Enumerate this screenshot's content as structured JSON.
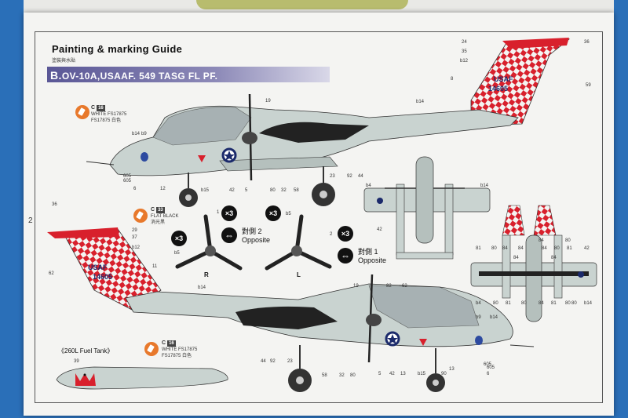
{
  "guide": {
    "title": "Painting & marking Guide",
    "subtitle": "塗裝與水貼",
    "scheme_letter": "B.",
    "scheme_name": "OV-10A,USAAF. 549 TASG FL PF.",
    "page_number": "2"
  },
  "paints": {
    "upper": {
      "letter": "C",
      "code": "16",
      "line1": "WHITE FS17875",
      "line2": "FS17875 白色"
    },
    "middle": {
      "letter": "C",
      "code": "33",
      "line1": "FLAT BLACK",
      "line2": "消光黑"
    },
    "tank": {
      "letter": "C",
      "code": "16",
      "line1": "WHITE FS17875",
      "line2": "FS17875 白色"
    }
  },
  "propellers": {
    "right_label": "R",
    "left_label": "L",
    "qty": "×3",
    "opposite_cn": "對側",
    "opposite_en": "Opposite",
    "opp_num_left": "2",
    "opp_num_right": "1",
    "b5_left": "b5",
    "b5_right": "b5",
    "num_left": "1",
    "num_right": "2"
  },
  "tank": {
    "label": "《260L Fuel Tank》",
    "callout": "39"
  },
  "aircraft": {
    "tail_text": "USAF",
    "serial": "14605",
    "nose_code": "605"
  },
  "colors": {
    "background": "#2a6fb8",
    "aircraft_gray": "#c9d3d0",
    "checker_red": "#d8202c",
    "banner": "#5a5796",
    "orange": "#e8792c"
  },
  "callouts_upper": [
    "24",
    "36",
    "35",
    "b12",
    "8",
    "59",
    "19",
    "b14",
    "b14",
    "b9",
    "605",
    "6",
    "12",
    "b15",
    "42",
    "5",
    "80",
    "32",
    "58",
    "23",
    "92",
    "44"
  ],
  "callouts_lower": [
    "36",
    "29",
    "37",
    "b12",
    "11",
    "62",
    "b14",
    "19",
    "82",
    "62",
    "b9",
    "b14",
    "605",
    "6",
    "44",
    "92",
    "23",
    "5",
    "42",
    "13",
    "b15",
    "90",
    "13",
    "58",
    "32",
    "80"
  ],
  "callouts_top_view": [
    "b4",
    "b14",
    "42"
  ],
  "callouts_bottom_view": [
    "81",
    "80",
    "84",
    "84",
    "84",
    "80",
    "81",
    "42",
    "84",
    "80",
    "84",
    "84",
    "b4",
    "80",
    "81",
    "80",
    "84",
    "81",
    "80",
    "80",
    "b14"
  ]
}
